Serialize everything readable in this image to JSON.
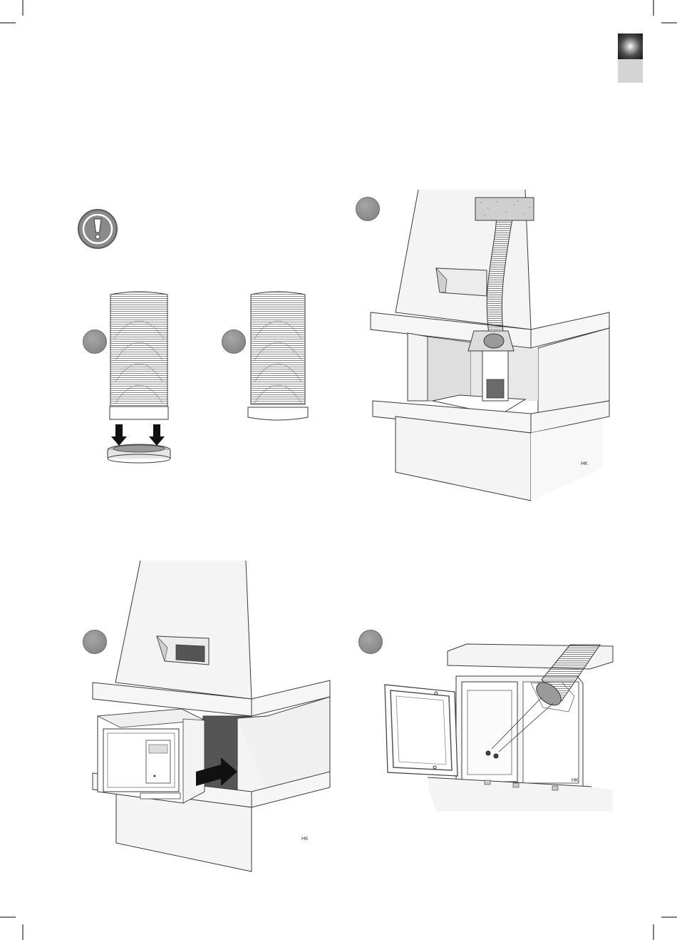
{
  "page": {
    "language_tab": {
      "colors": {
        "dark": "#1a1a1a",
        "light": "#d4d4d4"
      }
    }
  },
  "figures": [
    {
      "id": "step-a",
      "badge_label": "",
      "description_icon": "pipe-with-collar-icon"
    },
    {
      "id": "step-b",
      "badge_label": "",
      "description_icon": "pipe-icon"
    },
    {
      "id": "step-c",
      "badge_label": "",
      "description_icon": "fireplace-with-flexible-duct-icon"
    },
    {
      "id": "step-d",
      "badge_label": "",
      "description_icon": "insert-into-fireplace-icon"
    },
    {
      "id": "step-e",
      "badge_label": "",
      "description_icon": "open-door-screw-duct-icon"
    }
  ],
  "warning": {
    "icon": "exclamation-warning-icon",
    "text": ""
  },
  "signatures": {
    "fig_c": "HK",
    "fig_d": "HK",
    "fig_e": "HK"
  },
  "colors": {
    "badge": "#8a8a8a",
    "line": "#3a3a3a",
    "fill_light": "#f2f2f2",
    "fill_mid": "#d9d9d9",
    "fill_dark": "#555555"
  }
}
